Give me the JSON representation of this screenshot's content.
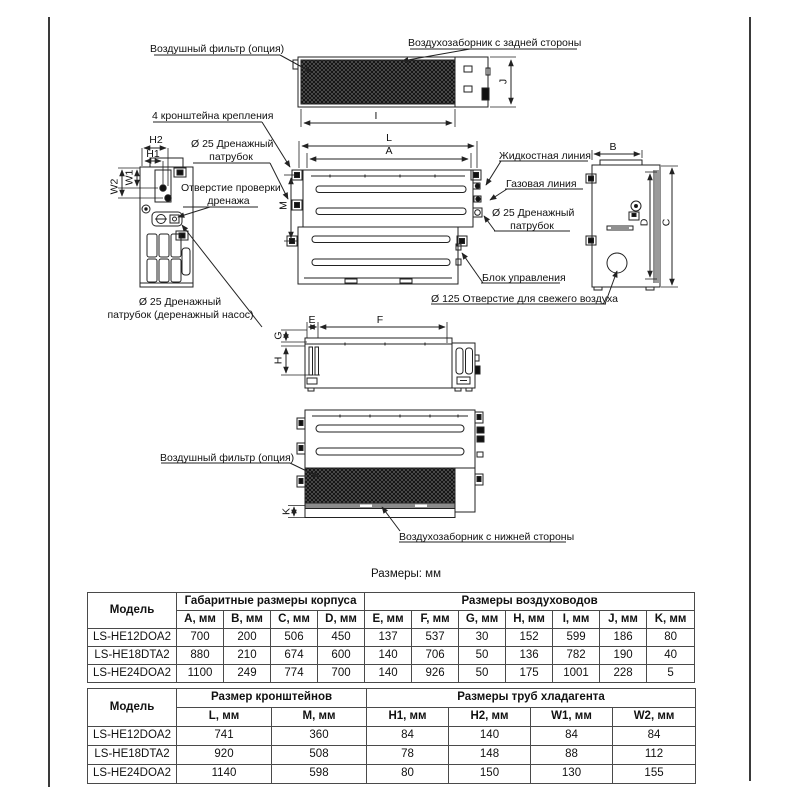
{
  "caption": "Размеры: мм",
  "labels": {
    "filter_top": "Воздушный фильтр (опция)",
    "intake_rear": "Воздухозаборник с задней стороны",
    "brackets4": "4 кронштейна крепления",
    "drain_top_l1": "Ø 25 Дренажный",
    "drain_top_l2": "патрубок",
    "check_l1": "Отверстие проверки",
    "check_l2": "дренажа",
    "drain_pump_l1": "Ø 25 Дренажный",
    "drain_pump_l2": "патрубок (деренажный насос)",
    "liquid": "Жидкостная линия",
    "gas": "Газовая линия",
    "drain_right_l1": "Ø 25 Дренажный",
    "drain_right_l2": "патрубок",
    "control": "Блок управления",
    "fresh_air": "Ø 125 Отверстие для свежего воздуха",
    "filter_bottom": "Воздушный фильтр (опция)",
    "intake_bottom": "Воздухозаборник с нижней стороны"
  },
  "dims": {
    "A": "A",
    "B": "B",
    "C": "C",
    "D": "D",
    "E": "E",
    "F": "F",
    "G": "G",
    "H": "H",
    "I": "I",
    "J": "J",
    "K": "K",
    "L": "L",
    "M": "M",
    "H1": "H1",
    "H2": "H2",
    "W1": "W1",
    "W2": "W2"
  },
  "table1": {
    "col_model": "Модель",
    "group1": "Габаритные размеры корпуса",
    "group2": "Размеры воздуховодов",
    "headers": [
      "A, мм",
      "B, мм",
      "C, мм",
      "D, мм",
      "E, мм",
      "F, мм",
      "G, мм",
      "H, мм",
      "I, мм",
      "J, мм",
      "K, мм"
    ],
    "rows": [
      {
        "model": "LS-HE12DOA2",
        "values": [
          "700",
          "200",
          "506",
          "450",
          "137",
          "537",
          "30",
          "152",
          "599",
          "186",
          "80"
        ]
      },
      {
        "model": "LS-HE18DTA2",
        "values": [
          "880",
          "210",
          "674",
          "600",
          "140",
          "706",
          "50",
          "136",
          "782",
          "190",
          "40"
        ]
      },
      {
        "model": "LS-HE24DOA2",
        "values": [
          "1100",
          "249",
          "774",
          "700",
          "140",
          "926",
          "50",
          "175",
          "1001",
          "228",
          "5"
        ]
      }
    ]
  },
  "table2": {
    "col_model": "Модель",
    "group1": "Размер кронштейнов",
    "group2": "Размеры труб хладагента",
    "headers": [
      "L, мм",
      "M, мм",
      "H1, мм",
      "H2, мм",
      "W1, мм",
      "W2, мм"
    ],
    "rows": [
      {
        "model": "LS-HE12DOA2",
        "values": [
          "741",
          "360",
          "84",
          "140",
          "84",
          "84"
        ]
      },
      {
        "model": "LS-HE18DTA2",
        "values": [
          "920",
          "508",
          "78",
          "148",
          "88",
          "112"
        ]
      },
      {
        "model": "LS-HE24DOA2",
        "values": [
          "1140",
          "598",
          "80",
          "150",
          "130",
          "155"
        ]
      }
    ]
  }
}
